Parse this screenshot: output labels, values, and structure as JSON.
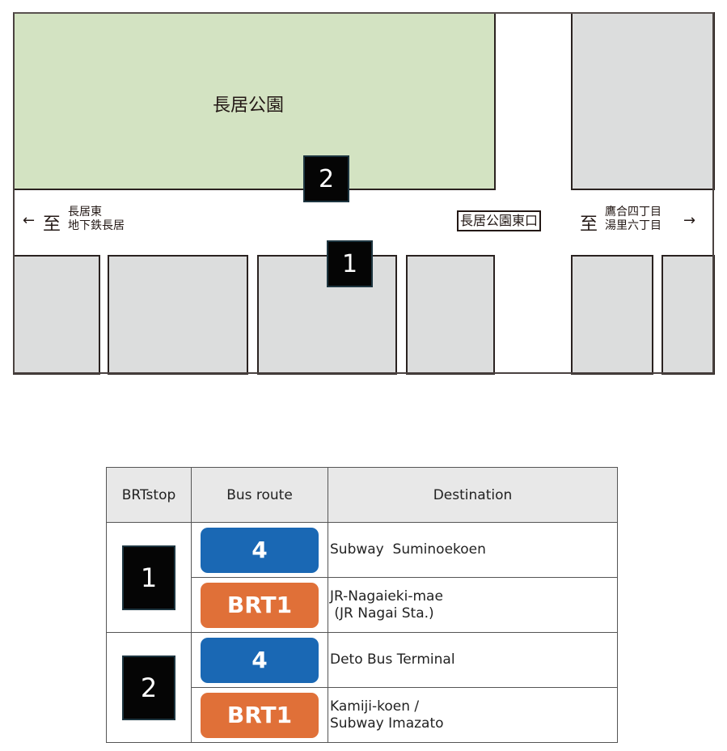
{
  "map": {
    "park_label": "長居公園",
    "left_direction": {
      "arrow": "←",
      "to": "至",
      "line1": "長居東",
      "line2": "地下鉄長居"
    },
    "right_direction": {
      "arrow": "→",
      "to": "至",
      "line1": "鷹合四丁目",
      "line2": "湯里六丁目"
    },
    "stop_name_sign": "長居公園東口",
    "stops": [
      {
        "number": "1"
      },
      {
        "number": "2"
      }
    ],
    "colors": {
      "park": "#d3e3c2",
      "block": "#dcdddd",
      "stop_bg": "#050505"
    }
  },
  "table": {
    "headers": [
      "BRTstop",
      "Bus route",
      "Destination"
    ],
    "groups": [
      {
        "stop": "1",
        "rows": [
          {
            "route": "4",
            "route_color": "#1a68b4",
            "destination_line1": "Subway  Suminoekoen",
            "destination_line2": ""
          },
          {
            "route": "BRT1",
            "route_color": "#e07038",
            "destination_line1": "JR-Nagaieki-mae",
            "destination_line2": " (JR Nagai Sta.)"
          }
        ]
      },
      {
        "stop": "2",
        "rows": [
          {
            "route": "4",
            "route_color": "#1a68b4",
            "destination_line1": "Deto Bus Terminal",
            "destination_line2": ""
          },
          {
            "route": "BRT1",
            "route_color": "#e07038",
            "destination_line1": "Kamiji-koen /",
            "destination_line2": "Subway Imazato"
          }
        ]
      }
    ]
  }
}
